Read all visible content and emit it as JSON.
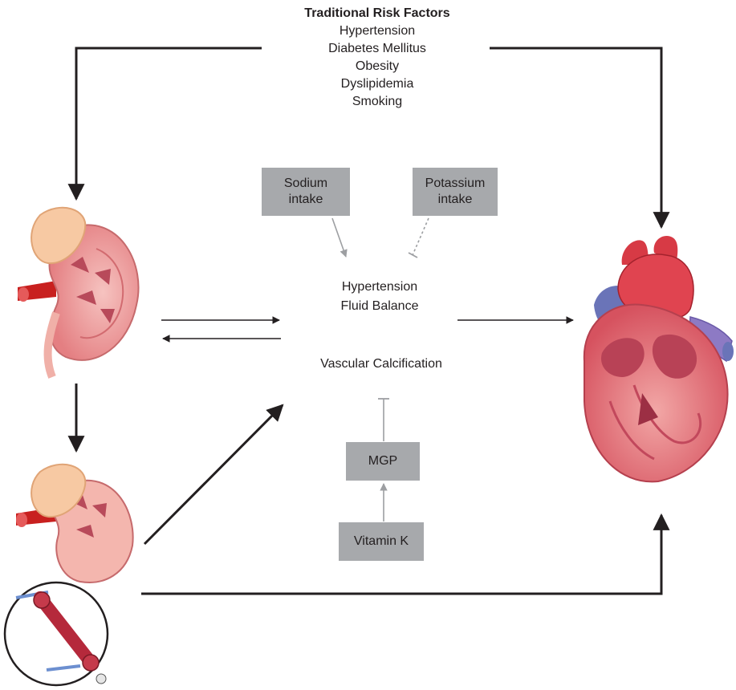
{
  "risk_factors": {
    "title": "Traditional Risk Factors",
    "items": [
      "Hypertension",
      "Diabetes Mellitus",
      "Obesity",
      "Dyslipidemia",
      "Smoking"
    ]
  },
  "boxes": {
    "sodium": [
      "Sodium",
      "intake"
    ],
    "potassium": [
      "Potassium",
      "intake"
    ],
    "mgp": "MGP",
    "vitamin_k": "Vitamin K"
  },
  "center": {
    "line1": "Hypertension",
    "line2": "Fluid Balance",
    "line3": "Vascular Calcification"
  },
  "colors": {
    "box_fill": "#a7a9ac",
    "arrow": "#231f20",
    "grey_arrow": "#9d9fa2",
    "kidney": "#e88a8a",
    "heart": "#d9455a"
  },
  "icons": [
    "kidney-icon",
    "ckd-kidney-icon",
    "dialyzer-icon",
    "heart-icon"
  ]
}
